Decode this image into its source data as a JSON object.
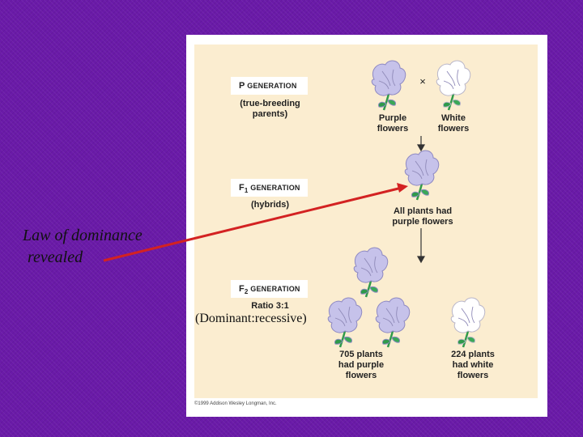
{
  "diagram": {
    "p_generation": {
      "label_letter": "P",
      "label_word": "GENERATION",
      "description": "(true-breeding parents)"
    },
    "f1_generation": {
      "label_letter": "F",
      "label_sub": "1",
      "label_word": "GENERATION",
      "description": "(hybrids)"
    },
    "f2_generation": {
      "label_letter": "F",
      "label_sub": "2",
      "label_word": "GENERATION",
      "ratio": "Ratio 3:1"
    },
    "cross_symbol": "×",
    "purple_flowers": "Purple flowers",
    "white_flowers": "White flowers",
    "all_plants": "All plants had purple flowers",
    "purple_count": "705 plants had  purple flowers",
    "white_count": "224 plants had white flowers",
    "copyright": "©1999 Addison Wesley Longman, Inc.",
    "colors": {
      "purple_flower": "#c6c2ea",
      "white_flower": "#ffffff",
      "leaf": "#2f9a4a",
      "arrow": "#d32222"
    }
  },
  "annotation": {
    "law_line1": "Law of dominance",
    "law_line2": "revealed",
    "ratio_note": "(Dominant:recessive)"
  }
}
